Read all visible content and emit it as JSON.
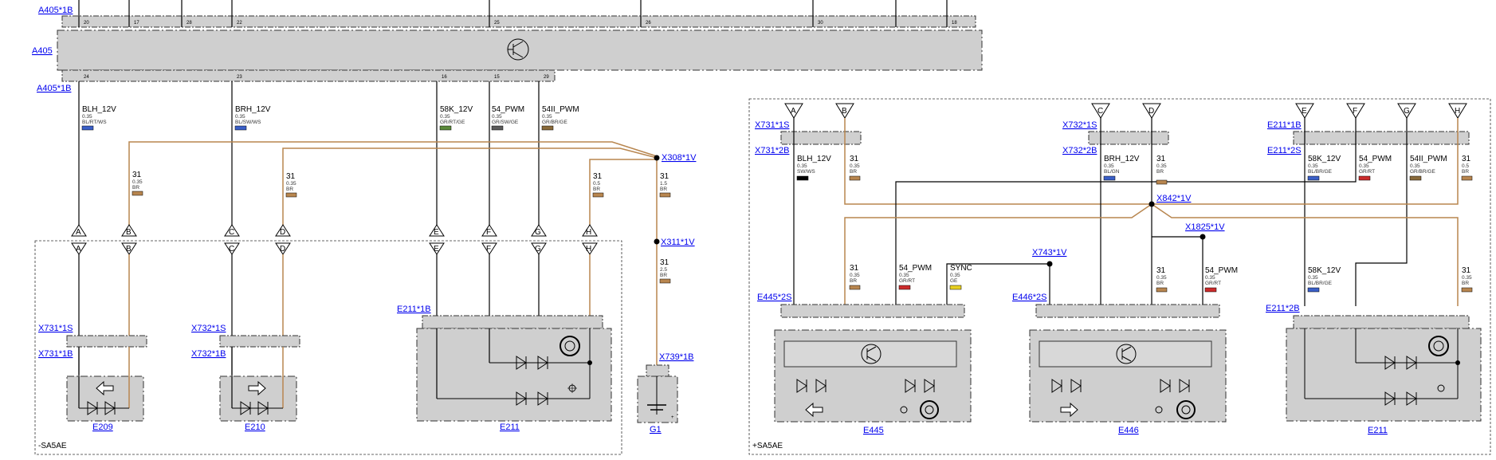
{
  "colors": {
    "brown_wire": "#b8864f",
    "link": "#0000ee",
    "box_fill": "#cfcfcf"
  },
  "module": {
    "connector_top": "A405*1B",
    "name": "A405",
    "connector_bottom": "A405*1B",
    "icon": "transistor-icon",
    "top_pins": [
      "20",
      "17",
      "28",
      "22",
      "25",
      "26",
      "30",
      "18"
    ],
    "bottom_pins": [
      "24",
      "23",
      "16",
      "15",
      "29"
    ]
  },
  "left_wires": [
    {
      "name": "BLH_12V",
      "gauge": "0.35",
      "color": "BL/RT/WS"
    },
    {
      "name": "BRH_12V",
      "gauge": "0.35",
      "color": "BL/SW/WS"
    },
    {
      "name": "58K_12V",
      "gauge": "0.35",
      "color": "GR/RT/GE"
    },
    {
      "name": "54_PWM",
      "gauge": "0.35",
      "color": "GR/SW/GE"
    },
    {
      "name": "54II_PWM",
      "gauge": "0.35",
      "color": "GR/BR/GE"
    }
  ],
  "ground_wires": [
    {
      "name": "31",
      "gauge": "0.35",
      "color": "BR"
    },
    {
      "name": "31",
      "gauge": "0.35",
      "color": "BR"
    },
    {
      "name": "31",
      "gauge": "0.5",
      "color": "BR"
    },
    {
      "name": "31",
      "gauge": "1.5",
      "color": "BR"
    },
    {
      "name": "31",
      "gauge": "2.5",
      "color": "BR"
    }
  ],
  "splices": {
    "left1": "X308*1V",
    "left2": "X311*1V",
    "right1": "X842*1V",
    "right2": "X1825*1V",
    "right3": "X743*1V"
  },
  "letters": [
    "A",
    "B",
    "C",
    "D",
    "E",
    "F",
    "G",
    "H"
  ],
  "left_group": {
    "label": "-SA5AE",
    "conn_x731_top": "X731*1S",
    "conn_x731_bot": "X731*1B",
    "conn_x732_top": "X732*1S",
    "conn_x732_bot": "X732*1B",
    "conn_e211": "E211*1B",
    "conn_x739": "X739*1B",
    "e209": "E209",
    "e210": "E210",
    "e211": "E211",
    "g1": "G1"
  },
  "right_group": {
    "label": "+SA5AE",
    "x731s": "X731*1S",
    "x731b": "X731*2B",
    "x732s": "X732*1S",
    "x732b": "X732*2B",
    "e211b": "E211*1B",
    "e211s": "E211*2S",
    "e445s": "E445*2S",
    "e446s": "E446*2S",
    "e211b2": "E211*2B",
    "e445": "E445",
    "e446": "E446",
    "e211": "E211",
    "w_blh": {
      "name": "BLH_12V",
      "gauge": "0.35",
      "color": "SW/WS"
    },
    "w_brh": {
      "name": "BRH_12V",
      "gauge": "0.35",
      "color": "BL/GN"
    },
    "w_31a": {
      "name": "31",
      "gauge": "0.35",
      "color": "BR"
    },
    "w_31b": {
      "name": "31",
      "gauge": "0.35",
      "color": "BR"
    },
    "w_58k": {
      "name": "58K_12V",
      "gauge": "0.35",
      "color": "BL/BR/GE"
    },
    "w_54": {
      "name": "54_PWM",
      "gauge": "0.35",
      "color": "GR/RT"
    },
    "w_54ii": {
      "name": "54II_PWM",
      "gauge": "0.35",
      "color": "GR/BR/GE"
    },
    "w_31c": {
      "name": "31",
      "gauge": "0.5",
      "color": "BR"
    },
    "w_31d": {
      "name": "31",
      "gauge": "0.35",
      "color": "BR"
    },
    "w_54b": {
      "name": "54_PWM",
      "gauge": "0.35",
      "color": "GR/RT"
    },
    "w_sync": {
      "name": "SYNC",
      "gauge": "0.35",
      "color": "GE"
    },
    "w_31e": {
      "name": "31",
      "gauge": "0.35",
      "color": "BR"
    },
    "w_54c": {
      "name": "54_PWM",
      "gauge": "0.35",
      "color": "GR/RT"
    },
    "w_58k2": {
      "name": "58K_12V",
      "gauge": "0.35",
      "color": "BL/BR/GE"
    },
    "w_31f": {
      "name": "31",
      "gauge": "0.35",
      "color": "BR"
    }
  }
}
